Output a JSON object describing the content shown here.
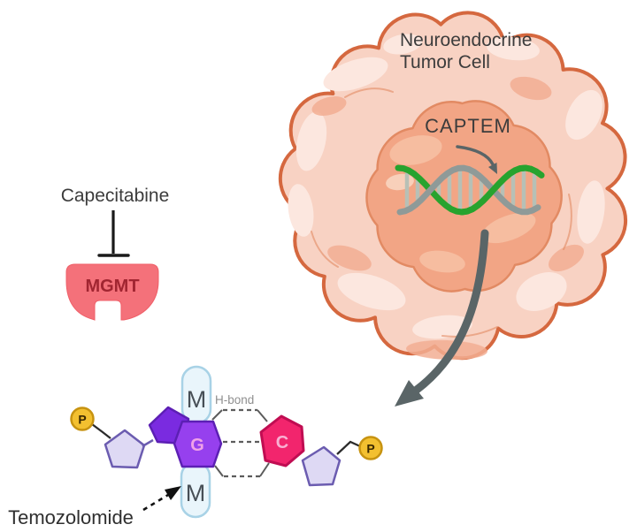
{
  "cell": {
    "title_line1": "Neuroendocrine",
    "title_line2": "Tumor Cell",
    "nucleus_label": "CAPTEM"
  },
  "left_pathway": {
    "drug_label": "Capecitabine",
    "enzyme_label": "MGMT"
  },
  "base_pair": {
    "drug_label": "Temozolomide",
    "hbond_label": "H-bond",
    "methyl_top": "M",
    "methyl_bottom": "M",
    "guanine": "G",
    "cytosine": "C",
    "phosphate_left": "P",
    "phosphate_right": "P"
  },
  "colors": {
    "cell_outline": "#d5683f",
    "cell_fill": "#f8d2c3",
    "cell_patch_light": "#fce7df",
    "cell_patch_dark": "#f3ae93",
    "nucleus_fill": "#f2a585",
    "nucleus_outline": "#e28a63",
    "nucleus_patch": "#f6bda0",
    "nucleus_spot": "#f8d0ba",
    "helix_green": "#27a32e",
    "helix_gray": "#8f9a98",
    "helix_rung": "#b7c0b6",
    "arrow_gray": "#5a6567",
    "text_dark": "#3c3c3c",
    "mgmt_fill": "#f4717a",
    "mgmt_text": "#a12531",
    "capsule_fill": "#e9f5fb",
    "capsule_stroke": "#a8d2e6",
    "methyl_text": "#474f56",
    "purine_pentagon": "#7a2be0",
    "purine_hexagon": "#9640ee",
    "purine_stroke": "#5c1fb4",
    "g_text": "#f0a2e8",
    "cytosine_fill": "#f2256d",
    "cytosine_stroke": "#c00d52",
    "c_text": "#f9b0d2",
    "sugar_fill": "#ded9f4",
    "sugar_stroke": "#6b5cb0",
    "phosphate_fill": "#f3c030",
    "phosphate_stroke": "#c79310",
    "phosphate_text": "#3a2800",
    "hbond_text": "#8f8f8f",
    "bond_line": "#5c5c5c",
    "black_line": "#1a1a1a"
  }
}
